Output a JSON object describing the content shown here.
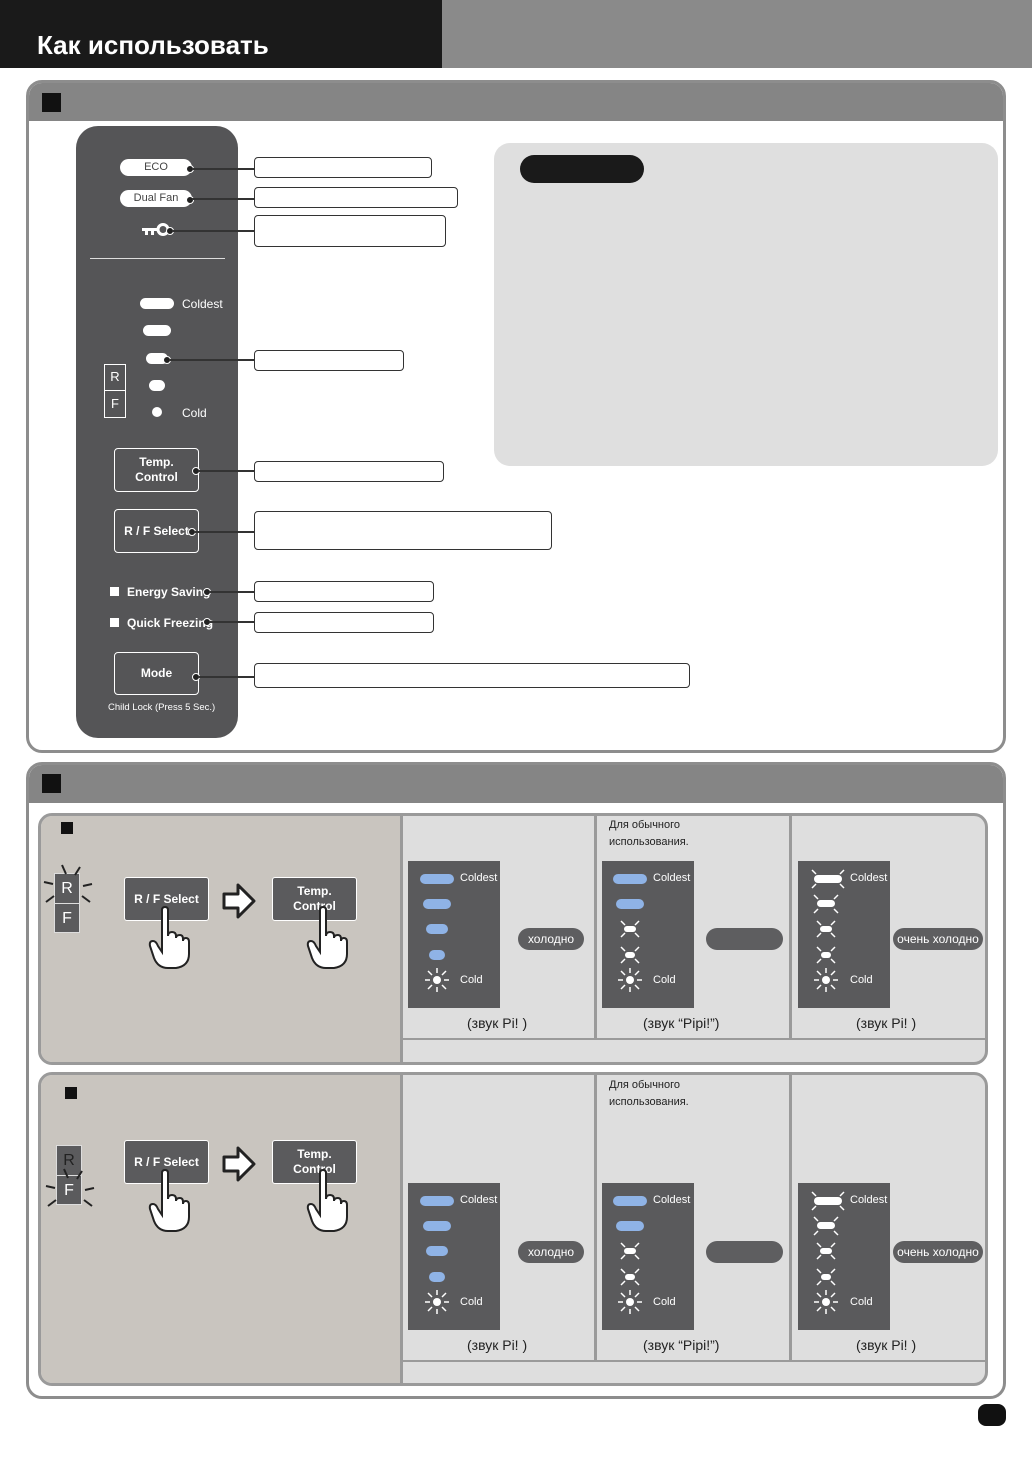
{
  "header": {
    "title": "Как использовать"
  },
  "control_panel": {
    "eco_label": "ECO",
    "dual_fan_label": "Dual Fan",
    "key_icon": "key-icon",
    "scale_coldest": "Coldest",
    "scale_cold": "Cold",
    "rf_r": "R",
    "rf_f": "F",
    "temp_control_line1": "Temp.",
    "temp_control_line2": "Control",
    "rf_select_label": "R / F Select",
    "energy_saving_label": "Energy Saving",
    "quick_freezing_label": "Quick Freezing",
    "mode_label": "Mode",
    "child_lock_label": "Child Lock (Press 5 Sec.)"
  },
  "examples": {
    "normal_use_line1": "Для обычного",
    "normal_use_line2": "использования.",
    "cold_tag": "холодно",
    "very_cold_tag": "очень холодно",
    "sound_pi": "(звук  Pi! )",
    "sound_pipi": "(звук “Pipi!”)",
    "led_coldest": "Coldest",
    "led_cold": "Cold",
    "rf_select_label": "R / F Select",
    "temp_line1": "Temp.",
    "temp_line2": "Control",
    "rf_r": "R",
    "rf_f": "F"
  },
  "colors": {
    "led_blue": "#8fb3e6",
    "panel": "#555557",
    "section_bar": "#858585"
  }
}
